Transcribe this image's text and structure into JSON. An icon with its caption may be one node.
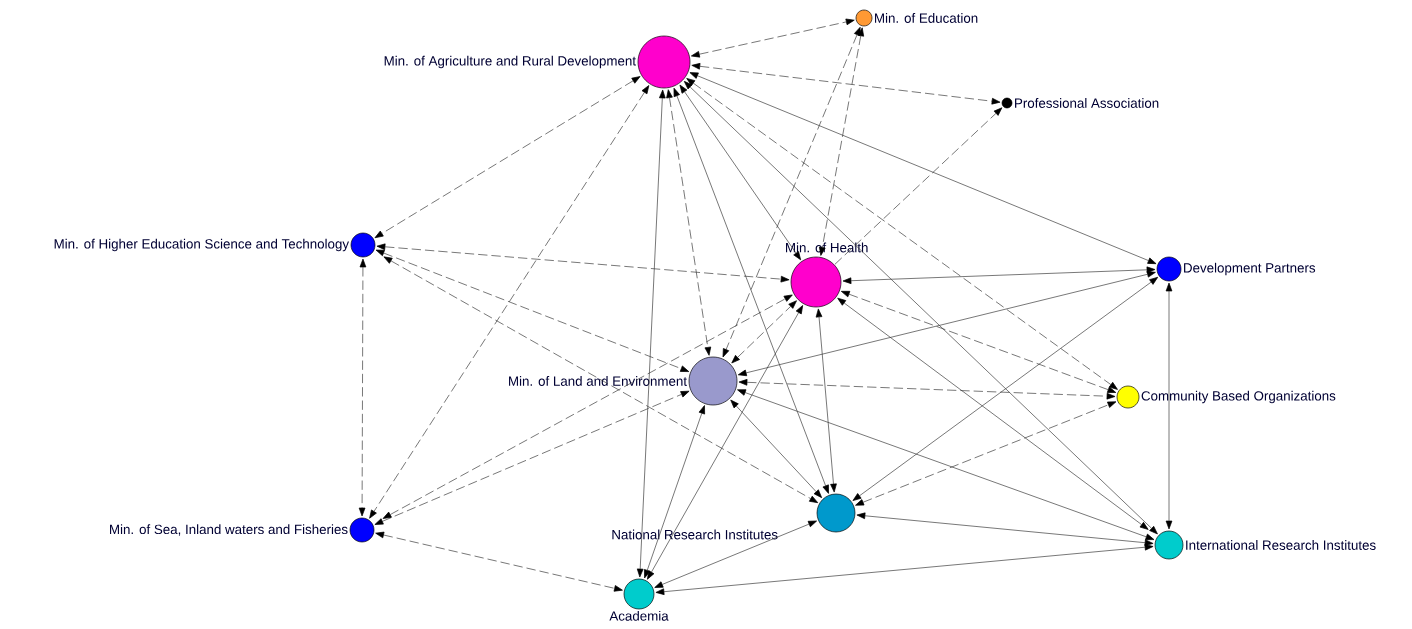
{
  "diagram": {
    "nodes": [
      {
        "text": [
          "Min. of Agriculture and Rural Development"
        ]
      },
      {
        "text": [
          "Min. of Education"
        ]
      },
      {
        "text": [
          "Professional Association"
        ]
      },
      {
        "text": [
          "Min. of Higher Education Science and Technology"
        ]
      },
      {
        "text": [
          "Min. of Health"
        ]
      },
      {
        "text": [
          "Development Partners"
        ]
      },
      {
        "text": [
          "Min. of Land and Environment"
        ]
      },
      {
        "text": [
          "Community Based Organizations"
        ]
      },
      {
        "text": [
          "Min. of Sea, Inland waters and Fisheries"
        ]
      },
      {
        "text": [
          "National Research Institutes"
        ]
      },
      {
        "text": [
          "International Research Institutes"
        ]
      },
      {
        "text": [
          "Academia"
        ]
      }
    ],
    "edges": [
      {
        "from": 0,
        "to": 1,
        "arrow": "both",
        "style": "dashed"
      },
      {
        "from": 0,
        "to": 2,
        "arrow": "both",
        "style": "dashed"
      },
      {
        "from": 0,
        "to": 3,
        "arrow": "both",
        "style": "dashed"
      },
      {
        "from": 0,
        "to": 8,
        "arrow": "both",
        "style": "dashed"
      },
      {
        "from": 0,
        "to": 6,
        "arrow": "both",
        "style": "dashed"
      },
      {
        "from": 0,
        "to": 7,
        "arrow": "both",
        "style": "dashed"
      },
      {
        "from": 0,
        "to": 11,
        "arrow": "both"
      },
      {
        "from": 0,
        "to": 9,
        "arrow": "both"
      },
      {
        "from": 0,
        "to": 4,
        "arrow": "both"
      },
      {
        "from": 0,
        "to": 5,
        "arrow": "both"
      },
      {
        "from": 0,
        "to": 10,
        "arrow": "both"
      },
      {
        "from": 1,
        "to": 6,
        "arrow": "both",
        "style": "dashed"
      },
      {
        "from": 1,
        "to": 4,
        "arrow": "both",
        "style": "dashed"
      },
      {
        "from": 4,
        "to": 2,
        "arrow": "to",
        "style": "dashed"
      },
      {
        "from": 3,
        "to": 4,
        "arrow": "both",
        "style": "dashed"
      },
      {
        "from": 3,
        "to": 6,
        "arrow": "both",
        "style": "dashed"
      },
      {
        "from": 3,
        "to": 9,
        "arrow": "both",
        "style": "dashed"
      },
      {
        "from": 3,
        "to": 8,
        "arrow": "both",
        "style": "dashed"
      },
      {
        "from": 8,
        "to": 6,
        "arrow": "both",
        "style": "dashed"
      },
      {
        "from": 8,
        "to": 4,
        "arrow": "both",
        "style": "dashed"
      },
      {
        "from": 8,
        "to": 11,
        "arrow": "both",
        "style": "dashed"
      },
      {
        "from": 6,
        "to": 7,
        "arrow": "both",
        "style": "dashed"
      },
      {
        "from": 4,
        "to": 7,
        "arrow": "both",
        "style": "dashed"
      },
      {
        "from": 9,
        "to": 7,
        "arrow": "both",
        "style": "dashed"
      },
      {
        "from": 6,
        "to": 4,
        "arrow": "both",
        "style": "dashed"
      },
      {
        "from": 4,
        "to": 5,
        "arrow": "both"
      },
      {
        "from": 4,
        "to": 9,
        "arrow": "both"
      },
      {
        "from": 4,
        "to": 10,
        "arrow": "both"
      },
      {
        "from": 4,
        "to": 11,
        "arrow": "both"
      },
      {
        "from": 6,
        "to": 5,
        "arrow": "both"
      },
      {
        "from": 6,
        "to": 9,
        "arrow": "both"
      },
      {
        "from": 6,
        "to": 10,
        "arrow": "both"
      },
      {
        "from": 6,
        "to": 11,
        "arrow": "both"
      },
      {
        "from": 5,
        "to": 9,
        "arrow": "both"
      },
      {
        "from": 5,
        "to": 10,
        "arrow": "both"
      },
      {
        "from": 9,
        "to": 10,
        "arrow": "both"
      },
      {
        "from": 9,
        "to": 11,
        "arrow": "both"
      },
      {
        "from": 11,
        "to": 10,
        "arrow": "both"
      }
    ]
  }
}
